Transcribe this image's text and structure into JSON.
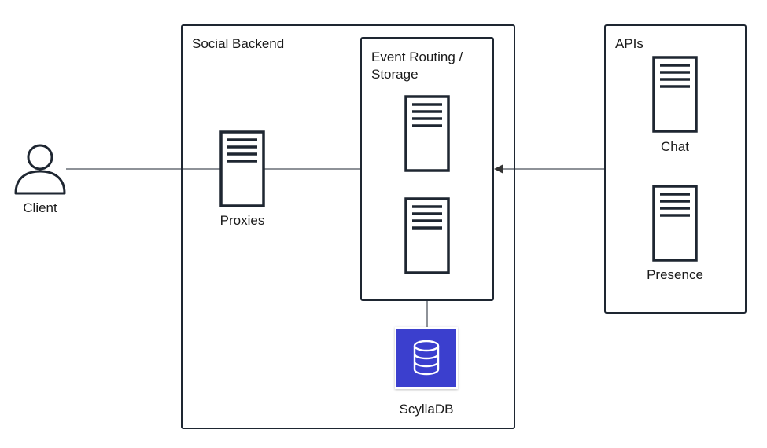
{
  "diagram": {
    "social_backend": {
      "title": "Social Backend"
    },
    "event_routing": {
      "title_line1": "Event Routing /",
      "title_line2": "Storage"
    },
    "apis": {
      "title": "APIs"
    },
    "client": {
      "label": "Client"
    },
    "proxies": {
      "label": "Proxies"
    },
    "chat": {
      "label": "Chat"
    },
    "presence": {
      "label": "Presence"
    },
    "database": {
      "label": "ScyllaDB"
    }
  },
  "colors": {
    "stroke": "#1e2631",
    "db_fill": "#3b3fce",
    "db_icon": "#ffffff"
  },
  "icons": [
    "person-icon",
    "server-icon",
    "database-icon",
    "arrow-head-icon"
  ]
}
